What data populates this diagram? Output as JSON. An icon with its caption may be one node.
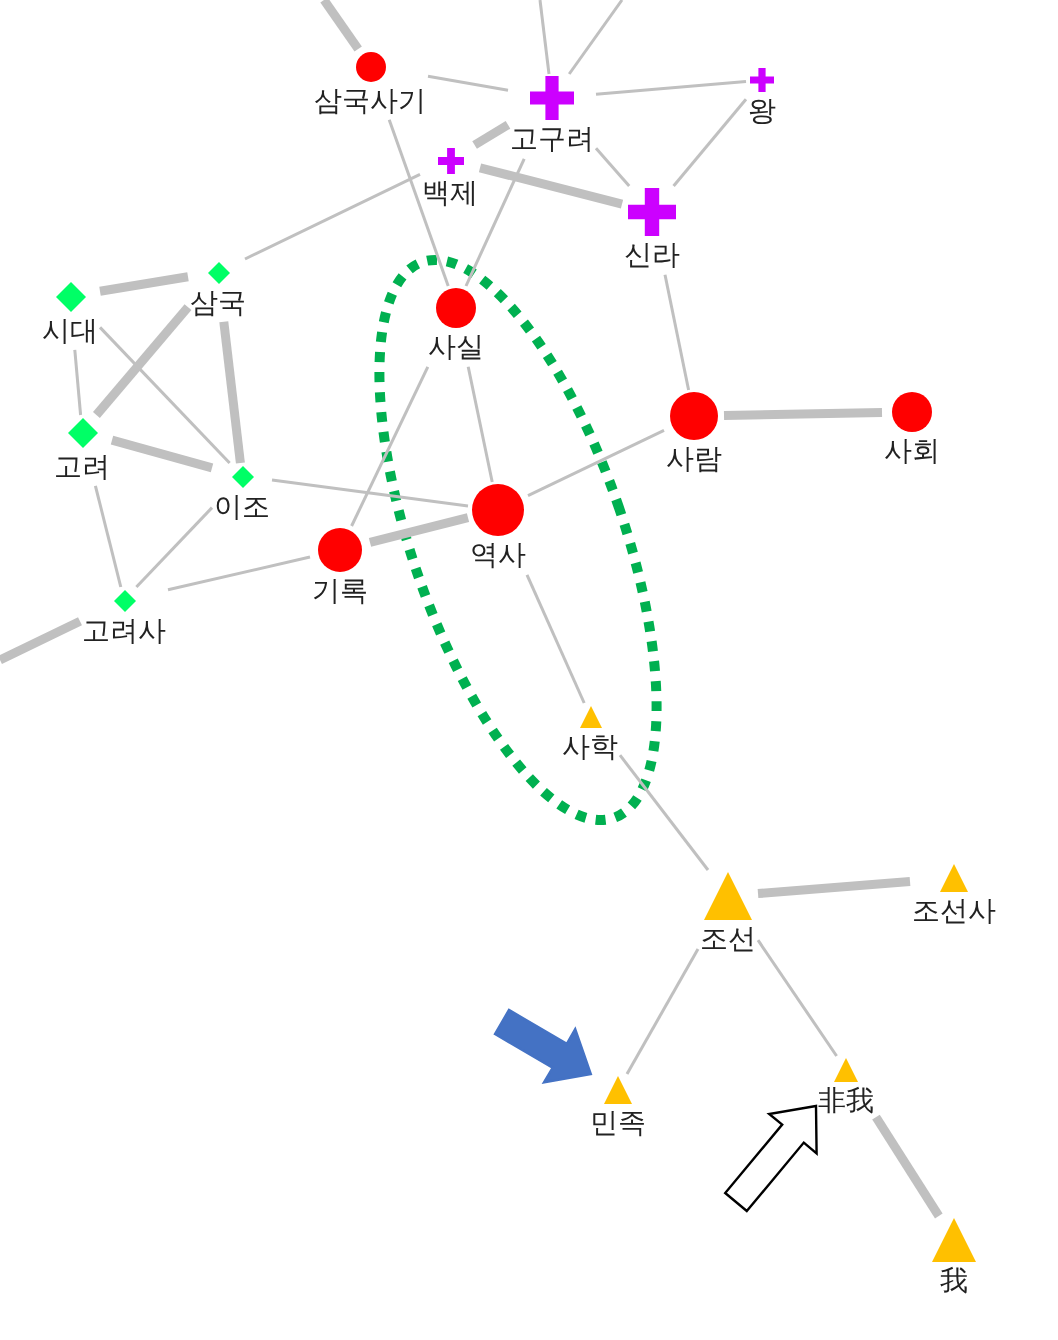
{
  "diagram": {
    "nodes": [
      {
        "text": [
          "삼국사기"
        ]
      },
      {
        "text": [
          "고구려"
        ]
      },
      {
        "text": [
          "왕"
        ]
      },
      {
        "text": [
          "백제"
        ]
      },
      {
        "text": [
          "신라"
        ]
      },
      {
        "text": [
          "삼국"
        ]
      },
      {
        "text": [
          "시대"
        ]
      },
      {
        "text": [
          "사실"
        ]
      },
      {
        "text": [
          "사람"
        ]
      },
      {
        "text": [
          "사회"
        ]
      },
      {
        "text": [
          "고려"
        ]
      },
      {
        "text": [
          "이조"
        ]
      },
      {
        "text": [
          "기록"
        ]
      },
      {
        "text": [
          "역사"
        ]
      },
      {
        "text": [
          "고려사"
        ]
      },
      {
        "text": [
          "사학"
        ]
      },
      {
        "text": [
          "조선"
        ]
      },
      {
        "text": [
          "조선사"
        ]
      },
      {
        "text": [
          "민족"
        ]
      },
      {
        "text": [
          "非我"
        ]
      },
      {
        "text": [
          "我"
        ]
      }
    ],
    "edges": [
      {
        "from": null,
        "to": 0,
        "arrow": "none",
        "style": "thick"
      },
      {
        "from": null,
        "to": 1,
        "arrow": "none"
      },
      {
        "from": null,
        "to": 1,
        "arrow": "none"
      },
      {
        "from": null,
        "to": 14,
        "arrow": "none",
        "style": "thick"
      },
      {
        "from": 0,
        "to": 1,
        "arrow": "none"
      },
      {
        "from": 1,
        "to": 2,
        "arrow": "none"
      },
      {
        "from": 1,
        "to": 4,
        "arrow": "none"
      },
      {
        "from": 2,
        "to": 4,
        "arrow": "none"
      },
      {
        "from": 1,
        "to": 3,
        "arrow": "none",
        "style": "thick"
      },
      {
        "from": 3,
        "to": 4,
        "arrow": "none",
        "style": "thick"
      },
      {
        "from": 0,
        "to": 7,
        "arrow": "none"
      },
      {
        "from": 1,
        "to": 7,
        "arrow": "none"
      },
      {
        "from": 3,
        "to": 5,
        "arrow": "none"
      },
      {
        "from": 5,
        "to": 6,
        "arrow": "none",
        "style": "thick"
      },
      {
        "from": 6,
        "to": 10,
        "arrow": "none"
      },
      {
        "from": 6,
        "to": 11,
        "arrow": "none"
      },
      {
        "from": 5,
        "to": 10,
        "arrow": "none",
        "style": "thick"
      },
      {
        "from": 5,
        "to": 11,
        "arrow": "none",
        "style": "thick"
      },
      {
        "from": 10,
        "to": 11,
        "arrow": "none",
        "style": "thick"
      },
      {
        "from": 10,
        "to": 14,
        "arrow": "none"
      },
      {
        "from": 11,
        "to": 14,
        "arrow": "none"
      },
      {
        "from": 11,
        "to": 13,
        "arrow": "none"
      },
      {
        "from": 14,
        "to": 12,
        "arrow": "none"
      },
      {
        "from": 12,
        "to": 13,
        "arrow": "none",
        "style": "thick"
      },
      {
        "from": 7,
        "to": 13,
        "arrow": "none"
      },
      {
        "from": 7,
        "to": 12,
        "arrow": "none"
      },
      {
        "from": 13,
        "to": 8,
        "arrow": "none"
      },
      {
        "from": 8,
        "to": 9,
        "arrow": "none",
        "style": "thick"
      },
      {
        "from": 4,
        "to": 8,
        "arrow": "none"
      },
      {
        "from": 13,
        "to": 15,
        "arrow": "none"
      },
      {
        "from": 15,
        "to": 16,
        "arrow": "none"
      },
      {
        "from": 16,
        "to": 17,
        "arrow": "none",
        "style": "thick"
      },
      {
        "from": 16,
        "to": 18,
        "arrow": "none"
      },
      {
        "from": 16,
        "to": 19,
        "arrow": "none"
      },
      {
        "from": 19,
        "to": 20,
        "arrow": "none",
        "style": "thick"
      },
      {
        "from": null,
        "to": 18,
        "arrow": "to",
        "style": "thick",
        "color": "#4472c4"
      },
      {
        "from": null,
        "to": 19,
        "arrow": "to",
        "style": "thick",
        "color": "#ffffff"
      }
    ]
  }
}
